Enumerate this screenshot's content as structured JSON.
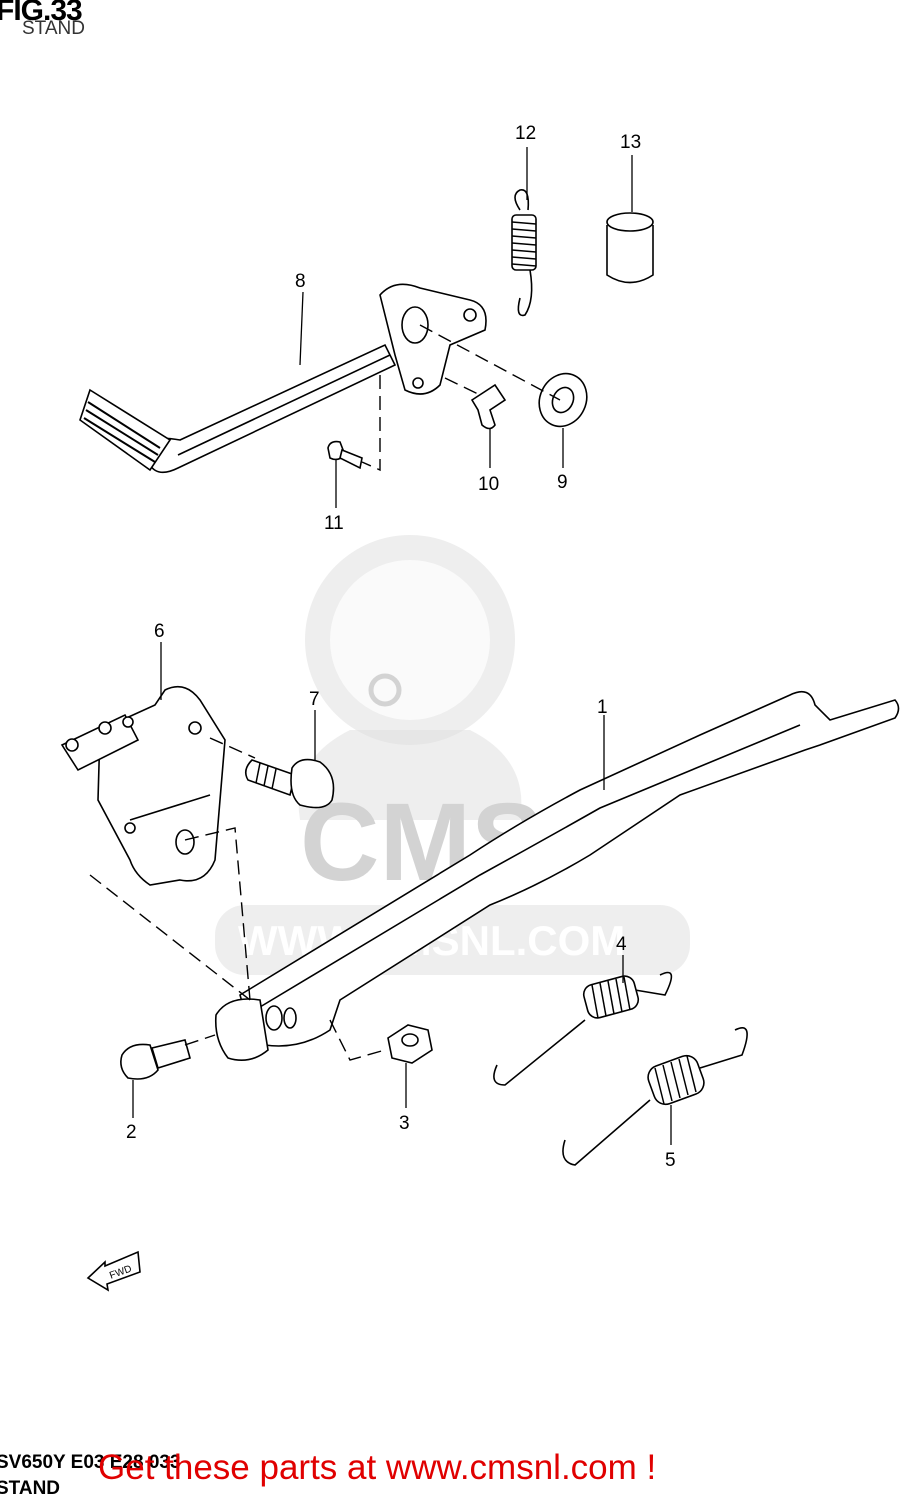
{
  "header": {
    "title": "FIG.33",
    "subtitle": "STAND"
  },
  "watermark": {
    "brand": "CMS",
    "url": "WWW.CMSNL.COM"
  },
  "fwd_arrow_label": "FWD",
  "callouts": [
    "1",
    "2",
    "3",
    "4",
    "5",
    "6",
    "7",
    "8",
    "9",
    "10",
    "11",
    "12",
    "13"
  ],
  "footer": {
    "model_code": "SV650Y E03 E28 033",
    "title": "STAND",
    "promo": "Get these parts at www.cmsnl.com !"
  },
  "colors": {
    "promo": "#e00000",
    "watermark": "#dcdcdc",
    "line": "#000000"
  }
}
